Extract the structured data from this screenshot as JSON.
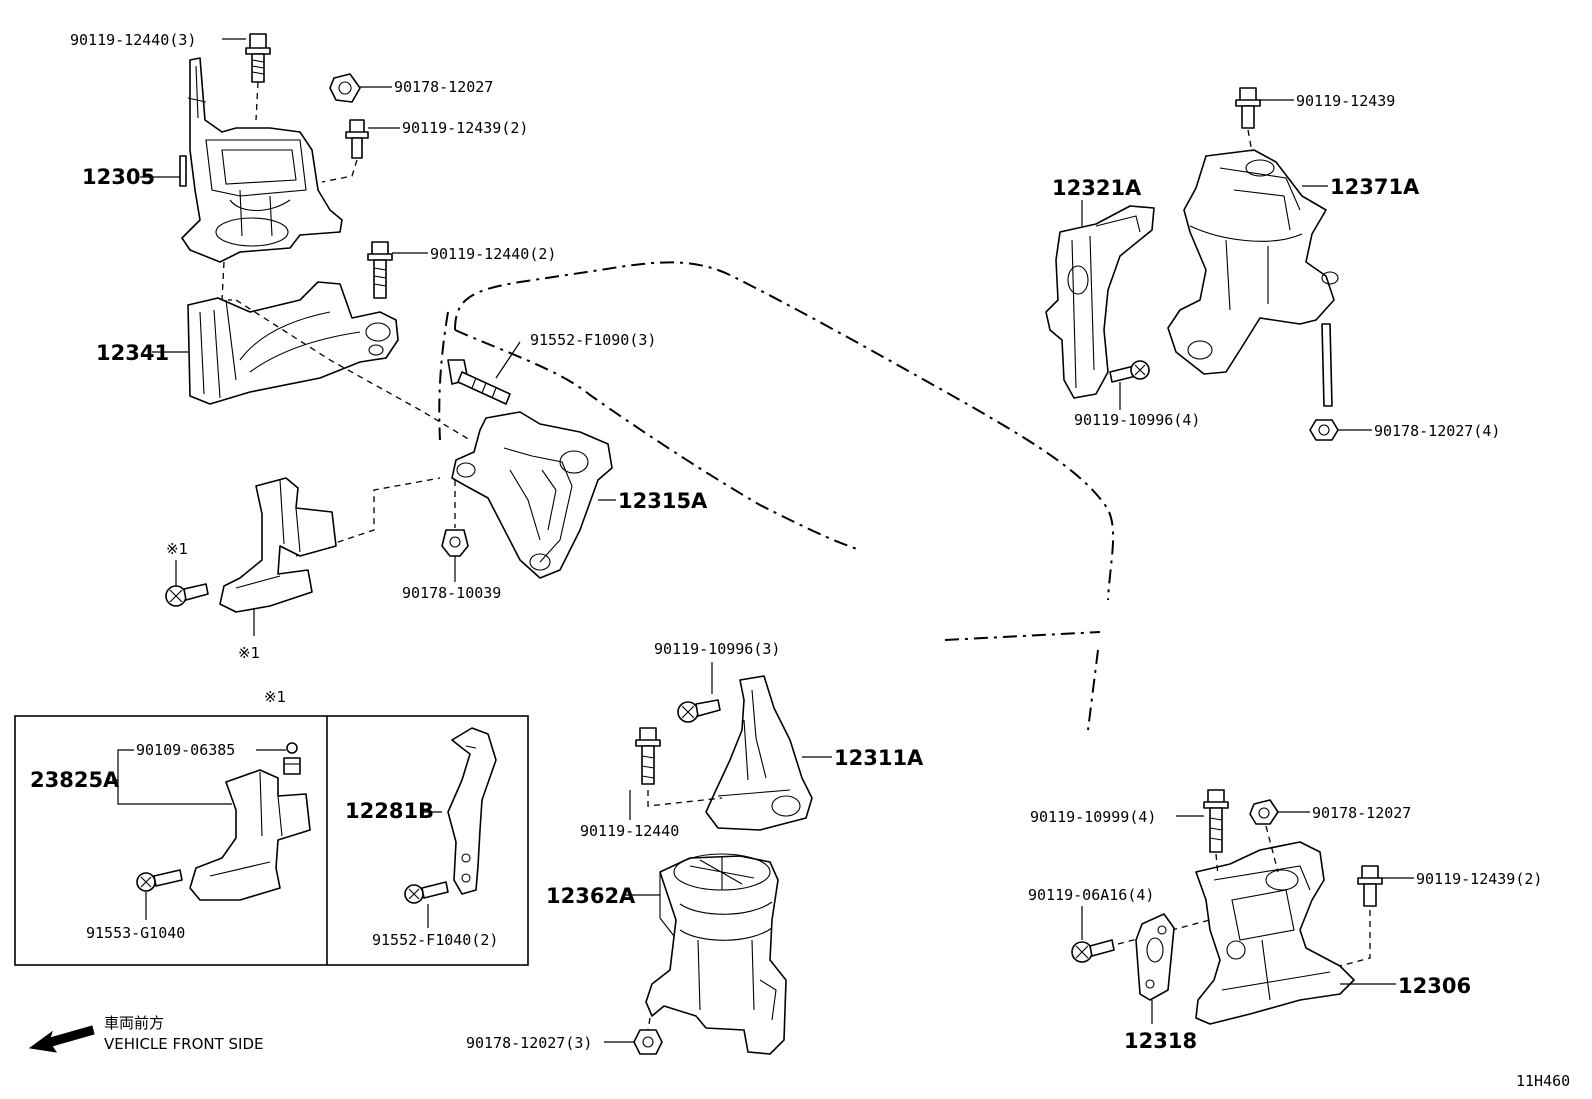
{
  "labels": {
    "bolt_90119_12440_3": "90119-12440(3)",
    "nut_90178_12027_a": "90178-12027",
    "bolt_90119_12439_2_a": "90119-12439(2)",
    "mount_12305": "12305",
    "bolt_90119_12440_2": "90119-12440(2)",
    "bracket_12341": "12341",
    "bolt_91552_f1090_3": "91552-F1090(3)",
    "bracket_12315a": "12315A",
    "nut_90178_10039": "90178-10039",
    "ref_mark_1_a": "※1",
    "ref_mark_1_b": "※1",
    "ref_mark_1_c": "※1",
    "bolt_90119_12439_b": "90119-12439",
    "bracket_12321a": "12321A",
    "insulator_12371a": "12371A",
    "bolt_90119_10996_4": "90119-10996(4)",
    "nut_90178_12027_4": "90178-12027(4)",
    "bolt_90119_10996_3": "90119-10996(3)",
    "bracket_12311a": "12311A",
    "bolt_90119_12440_c": "90119-12440",
    "insulator_12362a": "12362A",
    "nut_90178_12027_3": "90178-12027(3)",
    "bracket_23825a": "23825A",
    "bolt_90109_06385": "90109-06385",
    "bolt_91553_g1040": "91553-G1040",
    "bracket_12281b": "12281B",
    "bolt_91552_f1040_2": "91552-F1040(2)",
    "bolt_90119_10999_4": "90119-10999(4)",
    "nut_90178_12027_d": "90178-12027",
    "bolt_90119_06a16_4": "90119-06A16(4)",
    "bolt_90119_12439_2_b": "90119-12439(2)",
    "mount_12306": "12306",
    "plate_12318": "12318",
    "vehicle_front_jp": "車両前方",
    "vehicle_front_en": "VEHICLE FRONT SIDE",
    "figure_code": "11H460"
  }
}
